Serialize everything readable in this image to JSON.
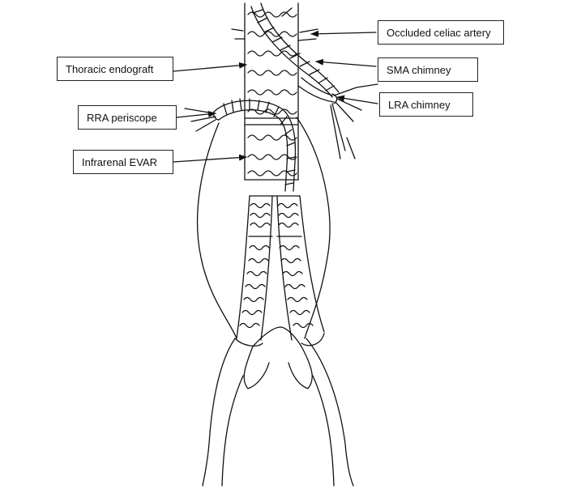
{
  "labels": {
    "occluded_celiac": "Occluded celiac artery",
    "sma_chimney": "SMA chimney",
    "lra_chimney": "LRA chimney",
    "thoracic_endograft": "Thoracic endograft",
    "rra_periscope": "RRA periscope",
    "infrarenal_evar": "Infrarenal EVAR"
  },
  "colors": {
    "line": "#111111",
    "background": "#ffffff"
  }
}
